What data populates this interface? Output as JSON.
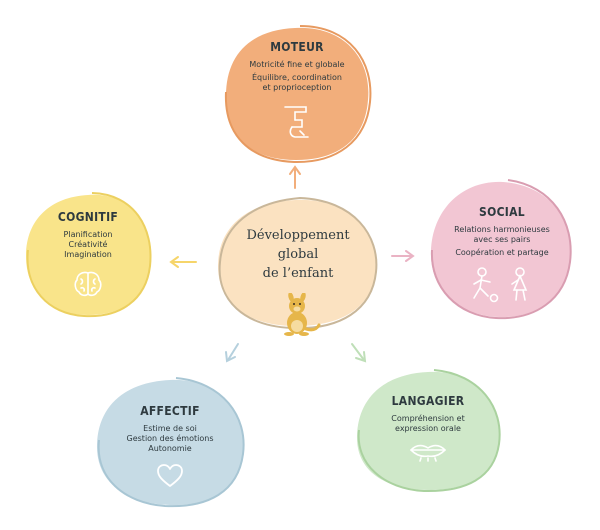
{
  "center": {
    "title_line1": "Développement global",
    "title_line2": "de l’enfant",
    "icon": "kangaroo-icon"
  },
  "nodes": {
    "moteur": {
      "title": "MOTEUR",
      "items": [
        "Motricité fine et globale",
        "Équilibre, coordination",
        "et proprioception"
      ],
      "icon": "body-figure-icon",
      "color": "#f2ae7b"
    },
    "social": {
      "title": "SOCIAL",
      "items": [
        "Relations harmonieuses",
        "avec ses pairs",
        "Coopération et partage"
      ],
      "icon": "children-playing-icon",
      "color": "#f2c6d3"
    },
    "cognitif": {
      "title": "COGNITIF",
      "items": [
        "Planification",
        "Créativité",
        "Imagination"
      ],
      "icon": "brain-icon",
      "color": "#f9e48a"
    },
    "affectif": {
      "title": "AFFECTIF",
      "items": [
        "Estime de soi",
        "Gestion des émotions",
        "Autonomie"
      ],
      "icon": "heart-icon",
      "color": "#c6dbe5"
    },
    "langagier": {
      "title": "LANGAGIER",
      "items": [
        "Compréhension et",
        "expression orale"
      ],
      "icon": "lips-icon",
      "color": "#cfe8c9"
    }
  },
  "colors": {
    "center_fill": "#fbe2c1",
    "ink": "#2e3a3f"
  }
}
